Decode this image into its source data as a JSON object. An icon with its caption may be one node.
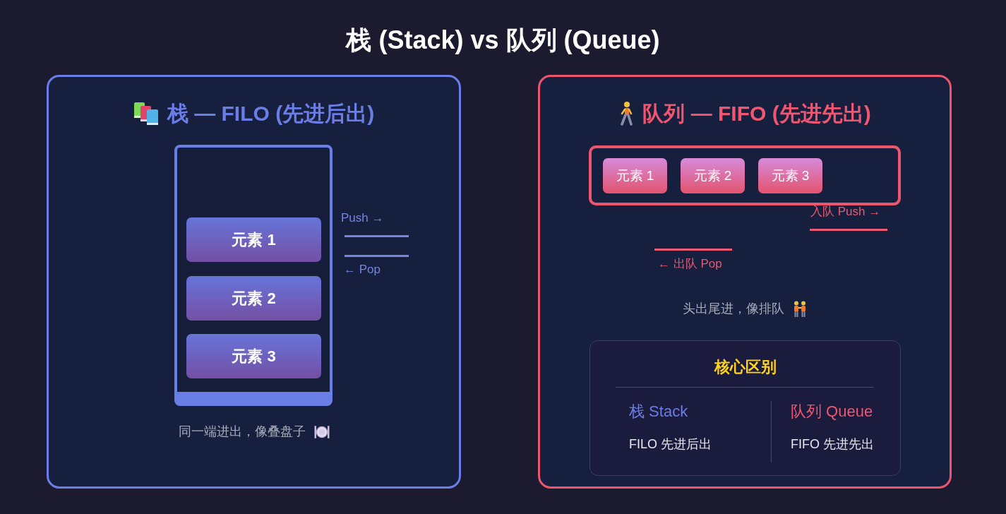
{
  "diagram": {
    "title": "栈 (Stack) vs 队列 (Queue)",
    "nodes": [
      {
        "text": [
          "栈 — FILO (先进后出)",
          "同一端进出，像叠盘子"
        ]
      },
      {
        "text": [],
        "shape": "box",
        "in": 0
      },
      {
        "text": [
          "元素 1"
        ],
        "in": 1
      },
      {
        "text": [
          "元素 2"
        ],
        "in": 1
      },
      {
        "text": [
          "元素 3"
        ],
        "in": 1
      },
      {
        "text": [
          "队列 — FIFO (先进先出)",
          "头出尾进，像排队"
        ]
      },
      {
        "text": [],
        "shape": "box",
        "in": 5
      },
      {
        "text": [
          "元素 1"
        ],
        "in": 6
      },
      {
        "text": [
          "元素 2"
        ],
        "in": 6
      },
      {
        "text": [
          "元素 3"
        ],
        "in": 6
      },
      {
        "text": [
          "核心区别",
          "栈 Stack",
          "FILO 先进后出",
          "队列 Queue",
          "FIFO 先进先出"
        ],
        "in": 5
      }
    ],
    "labels": [
      "Push →",
      "← Pop",
      "入队 Push →",
      "← 出队 Pop"
    ]
  }
}
